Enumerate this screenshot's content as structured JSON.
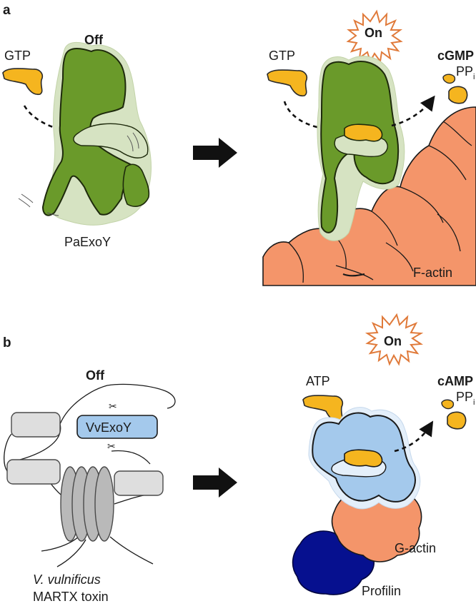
{
  "panel_a": {
    "panel_label": "a",
    "off_state": "Off",
    "substrate_left": "GTP",
    "enzyme_label": "PaExoY",
    "substrate_right": "GTP",
    "on_state": "On",
    "product": "cGMP",
    "byproduct_base": "PP",
    "byproduct_sub": "i",
    "cofactor_label": "F-actin"
  },
  "panel_b": {
    "panel_label": "b",
    "off_state": "Off",
    "enzyme_label": "VvExoY",
    "toxin_species": "V. vulnificus",
    "toxin_name": "MARTX toxin",
    "substrate": "ATP",
    "on_state": "On",
    "product": "cAMP",
    "byproduct_base": "PP",
    "byproduct_sub": "i",
    "cofactor_label": "G-actin",
    "partner_label": "Profilin"
  },
  "colors": {
    "paexoy_green": "#6a9a2a",
    "paexoy_halo": "#d6e3c2",
    "vvexoy_blue": "#a4c9ec",
    "actin_orange": "#f4956a",
    "profilin_navy": "#06108f",
    "nucleotide_yellow": "#f5b51f",
    "star_outline": "#e07a3a",
    "domain_gray": "#dedede"
  }
}
